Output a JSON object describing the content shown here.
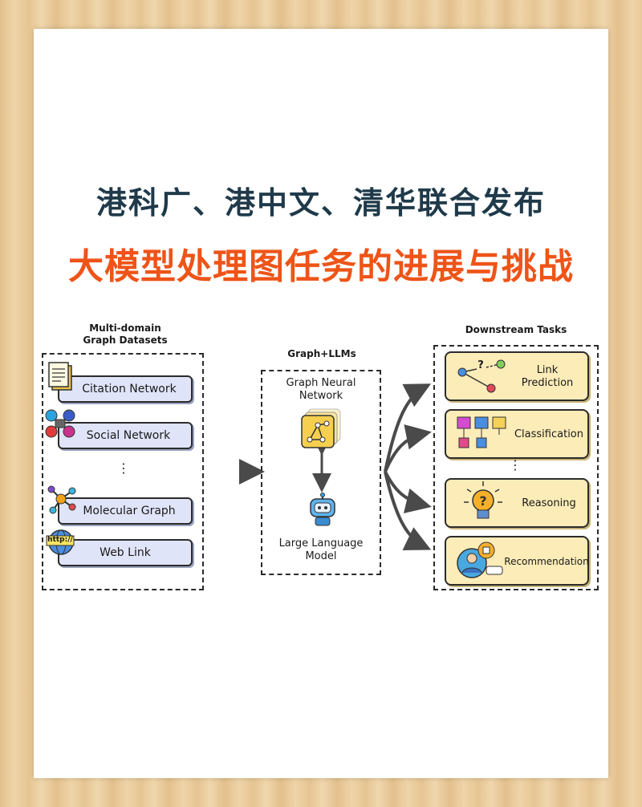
{
  "header": {
    "line1": "港科广、港中文、清华联合发布",
    "line2": "大模型处理图任务的进展与挑战"
  },
  "left_group": {
    "title_line1": "Multi-domain",
    "title_line2": "Graph Datasets",
    "items": [
      "Citation Network",
      "Social Network",
      "Molecular Graph",
      "Web Link"
    ],
    "ellipsis": "⋮",
    "http_badge": "http://"
  },
  "middle_group": {
    "title": "Graph+LLMs",
    "gnn_line1": "Graph Neural",
    "gnn_line2": "Network",
    "llm_line1": "Large Language",
    "llm_line2": "Model"
  },
  "right_group": {
    "title": "Downstream Tasks",
    "tasks": [
      {
        "line1": "Link",
        "line2": "Prediction"
      },
      {
        "line1": "Classification",
        "line2": ""
      },
      {
        "line1": "Reasoning",
        "line2": ""
      },
      {
        "line1": "Recommendation",
        "line2": ""
      }
    ],
    "ellipsis": "⋮",
    "link_q": "?"
  },
  "colors": {
    "title_dark": "#1f3a4a",
    "title_orange": "#ee5418",
    "pill_fill": "#dfe4f8",
    "task_fill": "#fcecb8"
  }
}
